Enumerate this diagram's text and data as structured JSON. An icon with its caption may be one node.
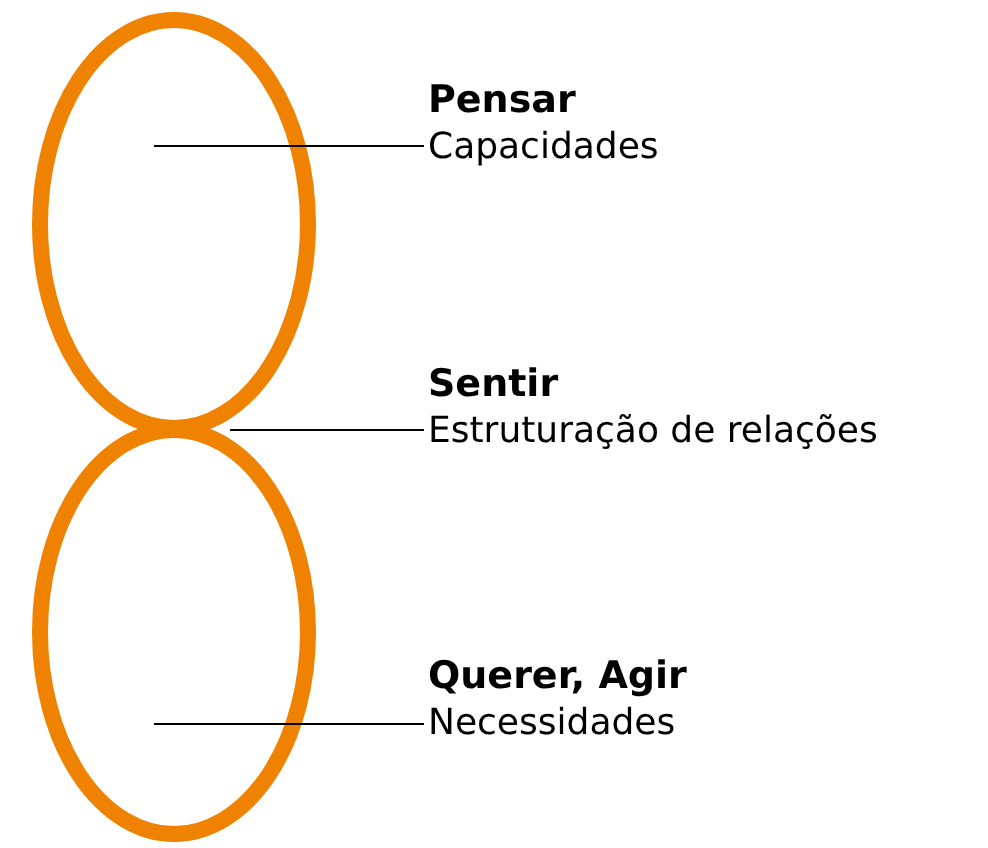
{
  "diagram": {
    "nodes": [
      {
        "text": [],
        "shape": "circle"
      },
      {
        "text": [],
        "shape": "circle"
      },
      {
        "text": [
          "Pensar",
          "Capacidades"
        ]
      },
      {
        "text": [
          "Sentir",
          "Estruturação de relações"
        ]
      },
      {
        "text": [
          "Querer, Agir",
          "Necessidades"
        ]
      }
    ],
    "edges": [
      {
        "from": 2,
        "to": 0,
        "arrow": "none"
      },
      {
        "from": 3,
        "to": 1,
        "arrow": "none"
      },
      {
        "from": 4,
        "to": 1,
        "arrow": "none"
      }
    ]
  }
}
